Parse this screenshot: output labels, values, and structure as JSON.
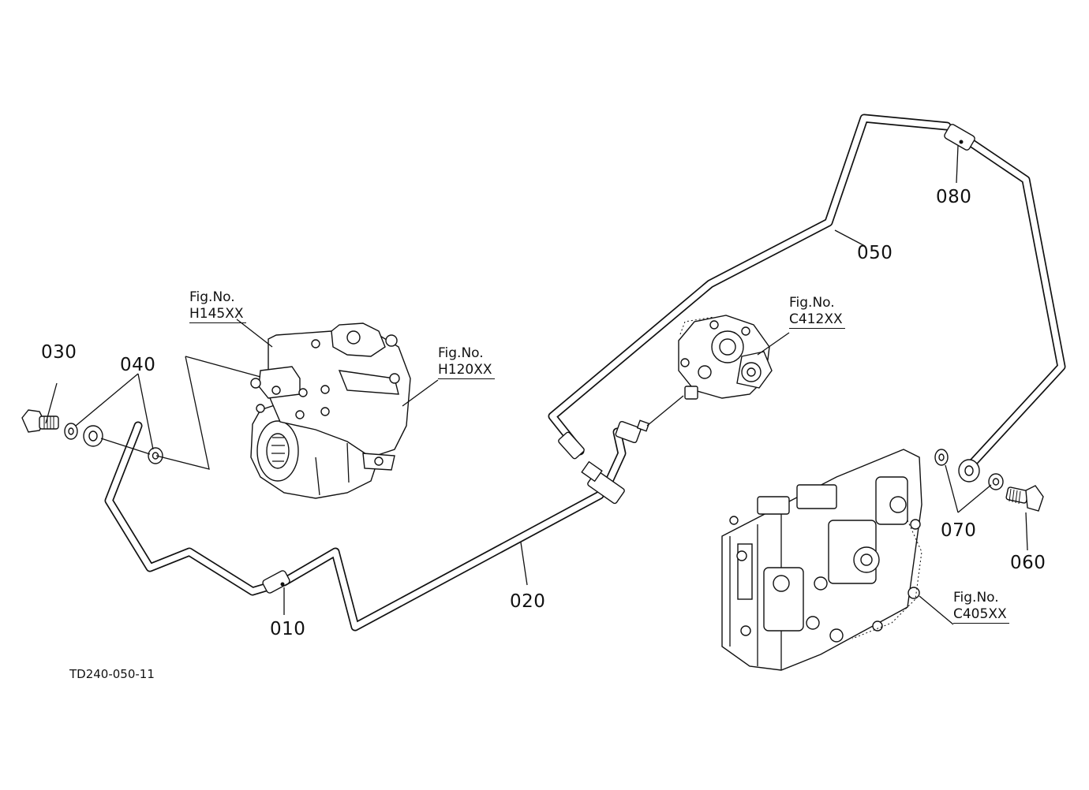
{
  "diagram_id": "TD240-050-11",
  "part_labels": {
    "p010": "010",
    "p020": "020",
    "p030": "030",
    "p040": "040",
    "p050": "050",
    "p060": "060",
    "p070": "070",
    "p080": "080"
  },
  "fig_refs": {
    "h145": {
      "prefix": "Fig.No.",
      "code": "H145XX"
    },
    "h120": {
      "prefix": "Fig.No.",
      "code": "H120XX"
    },
    "c412": {
      "prefix": "Fig.No.",
      "code": "C412XX"
    },
    "c405": {
      "prefix": "Fig.No.",
      "code": "C405XX"
    }
  }
}
